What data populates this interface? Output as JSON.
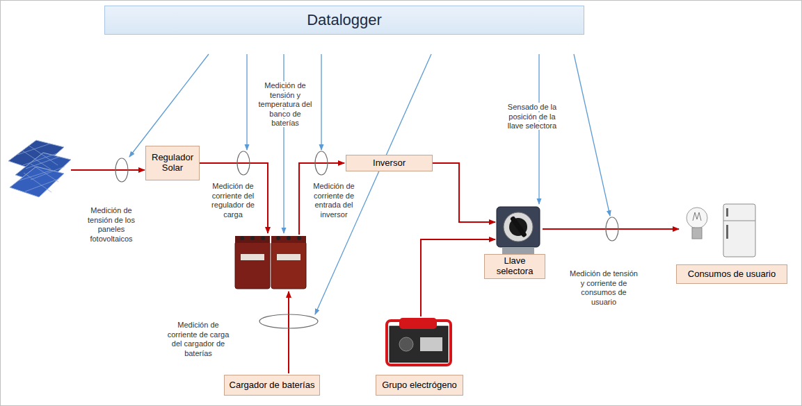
{
  "diagram": {
    "nodes": [
      {
        "text": [
          "Datalogger"
        ]
      },
      {
        "text": [
          "Regulador Solar"
        ]
      },
      {
        "text": [
          "Inversor"
        ]
      },
      {
        "text": [
          "Llave selectora"
        ]
      },
      {
        "text": [
          "Consumos de usuario"
        ]
      },
      {
        "text": [
          "Cargador de baterías"
        ]
      },
      {
        "text": [
          "Grupo electrógeno"
        ]
      }
    ],
    "labels": [
      "Medición de tensión y temperatura del banco de baterías",
      "Sensado de la posición de la llave selectora",
      "Medición de tensión de los paneles fotovoltaicos",
      "Medición de corriente del regulador de carga",
      "Medición de corriente de entrada del inversor",
      "Medición de tensión y corriente de consumos de usuario",
      "Medición de corriente de carga del cargador de baterías"
    ]
  }
}
